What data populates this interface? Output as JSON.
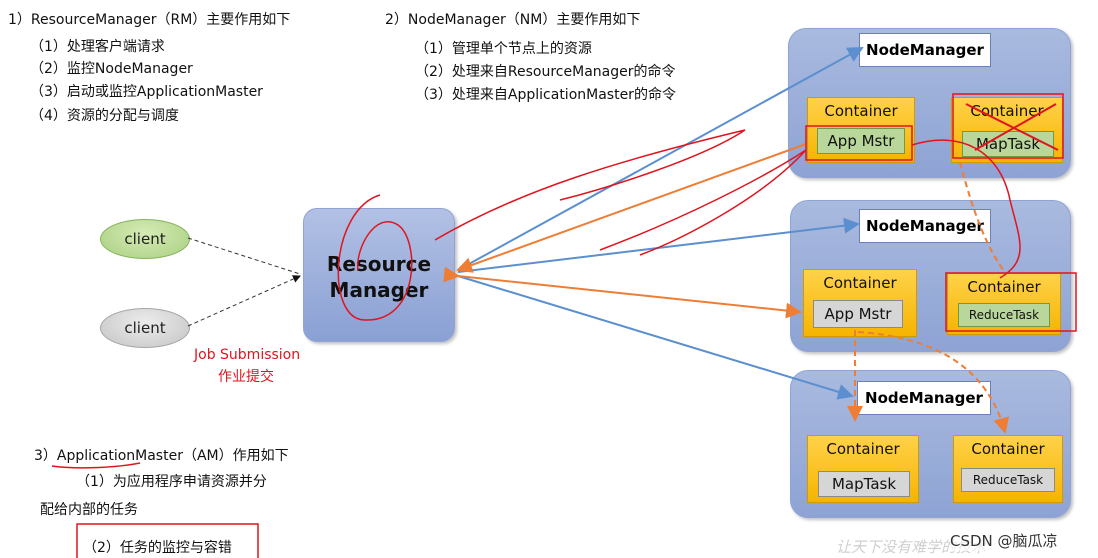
{
  "left_top": {
    "heading": "1）ResourceManager（RM）主要作用如下",
    "items": [
      "（1）处理客户端请求",
      "（2）监控NodeManager",
      "（3）启动或监控ApplicationMaster",
      "（4）资源的分配与调度"
    ]
  },
  "middle_top": {
    "heading": "2）NodeManager（NM）主要作用如下",
    "items": [
      "（1）管理单个节点上的资源",
      "（2）处理来自ResourceManager的命令",
      "（3）处理来自ApplicationMaster的命令"
    ]
  },
  "am_section": {
    "heading_prefix": "3）",
    "heading_term": "ApplicationMaster",
    "heading_suffix": "（AM）作用如下",
    "item1_line1": "（1）为应用程序申请资源并分",
    "item1_line2": "配给内部的任务",
    "item2": "（2）任务的监控与容错"
  },
  "clients": [
    "client",
    "client"
  ],
  "rm": {
    "line1": "Resource",
    "line2": "Manager"
  },
  "job_submission": {
    "en": "Job Submission",
    "zh": "作业提交"
  },
  "nodes": [
    {
      "label": "NodeManager",
      "containers": [
        {
          "label": "Container",
          "task": "App Mstr"
        },
        {
          "label": "Container",
          "task": "MapTask"
        }
      ]
    },
    {
      "label": "NodeManager",
      "containers": [
        {
          "label": "Container",
          "task": "App Mstr"
        },
        {
          "label": "Container",
          "task": "ReduceTask"
        }
      ]
    },
    {
      "label": "NodeManager",
      "containers": [
        {
          "label": "Container",
          "task": "MapTask"
        },
        {
          "label": "Container",
          "task": "ReduceTask"
        }
      ]
    }
  ],
  "watermark": "CSDN @脑瓜凉",
  "bottom_faded": "让天下没有难学的技术",
  "colors": {
    "red": "#e0141e",
    "blue_arrow": "#5b8fcf",
    "orange_arrow": "#ee7d35",
    "node_bg": "#9aaedb",
    "container": "#f7bc1c"
  }
}
